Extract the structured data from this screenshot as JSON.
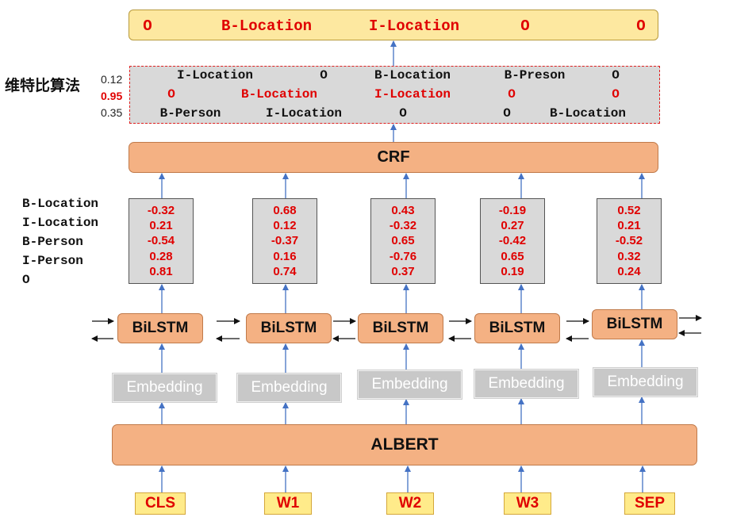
{
  "output": {
    "tags": [
      "O",
      "B-Location",
      "I-Location",
      "O",
      "O"
    ]
  },
  "viterbi": {
    "title": "维特比算法",
    "paths": [
      {
        "score": "0.12",
        "best": false,
        "tags": [
          "I-Location",
          "O",
          "B-Location",
          "B-Preson",
          "O"
        ]
      },
      {
        "score": "0.95",
        "best": true,
        "tags": [
          "O",
          "B-Location",
          "I-Location",
          "O",
          "O"
        ]
      },
      {
        "score": "0.35",
        "best": false,
        "tags": [
          "B-Person",
          "I-Location",
          "O",
          "O",
          "B-Location"
        ]
      }
    ]
  },
  "crf": {
    "label": "CRF"
  },
  "labels": [
    "B-Location",
    "I-Location",
    "B-Person",
    "I-Person",
    "O"
  ],
  "emission_scores": [
    [
      "-0.32",
      "0.21",
      "-0.54",
      "0.28",
      "0.81"
    ],
    [
      "0.68",
      "0.12",
      "-0.37",
      "0.16",
      "0.74"
    ],
    [
      "0.43",
      "-0.32",
      "0.65",
      "-0.76",
      "0.37"
    ],
    [
      "-0.19",
      "0.27",
      "-0.42",
      "0.65",
      "0.19"
    ],
    [
      "0.52",
      "0.21",
      "-0.52",
      "0.32",
      "0.24"
    ]
  ],
  "bilstm": {
    "label": "BiLSTM"
  },
  "embedding": {
    "label": "Embedding"
  },
  "albert": {
    "label": "ALBERT"
  },
  "inputs": [
    "CLS",
    "W1",
    "W2",
    "W3",
    "SEP"
  ],
  "colors": {
    "orange_block": "#f4b183",
    "yellow_block": "#fde8a0",
    "gray_block": "#d9d9d9",
    "highlight_red": "#e00000",
    "arrow_blue": "#4472c4"
  }
}
